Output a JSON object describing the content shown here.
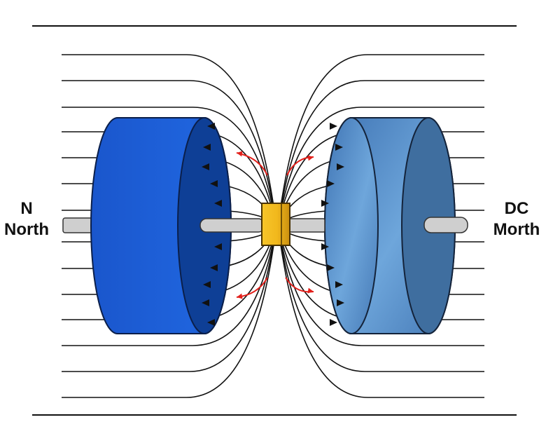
{
  "labels": {
    "left": {
      "line1": "N",
      "line2": "North"
    },
    "right": {
      "line1": "DC",
      "line2": "Morth"
    }
  },
  "colors": {
    "left_magnet_body": "#1f5fd4",
    "left_magnet_face": "#0e3f96",
    "right_magnet_body": "#5b95cf",
    "right_magnet_face": "#3f6e9f",
    "axle": "#cfcfcf",
    "coil": "#f2b81c",
    "field_lines": "#111111",
    "flux_arrows_red": "#e3201b"
  },
  "icons": {
    "left_magnet": "cylinder-magnet",
    "right_magnet": "cylinder-magnet",
    "center_component": "yellow-block",
    "field_arrows": "arrowhead"
  }
}
